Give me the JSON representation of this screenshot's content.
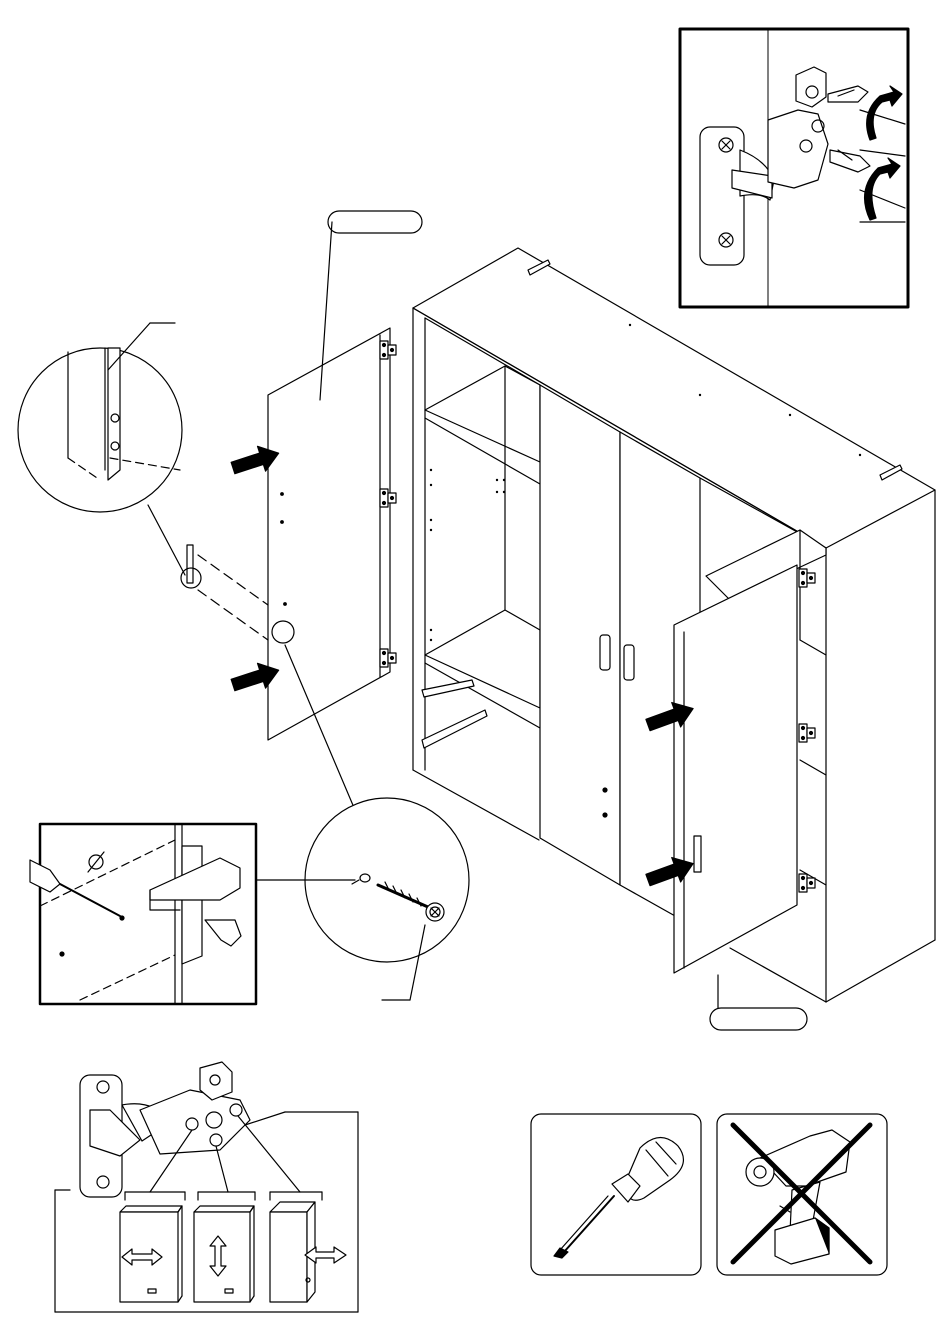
{
  "document": {
    "kind": "assembly-instruction-step",
    "step_text": ""
  },
  "labels": {
    "left_door_callout": "",
    "right_door_callout": "",
    "top_zoom_pointer": "",
    "screw_pointer": ""
  },
  "tools": {
    "allowed_tool": "screwdriver-icon",
    "forbidden_tool": "power-drill-icon"
  },
  "hinge_adjustment": {
    "directions": [
      "horizontal",
      "vertical",
      "depth"
    ]
  },
  "colors": {
    "ink": "#000000",
    "paper": "#ffffff"
  }
}
